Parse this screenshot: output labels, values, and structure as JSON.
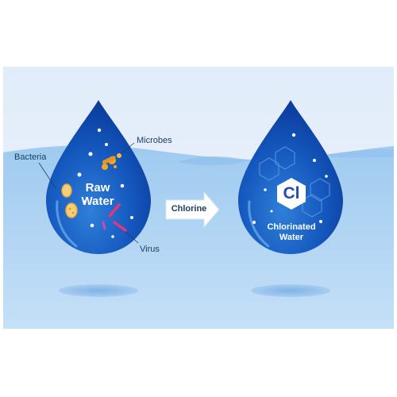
{
  "raw_drop": {
    "title_line1": "Raw",
    "title_line2": "Water",
    "labels": {
      "bacteria": "Bacteria",
      "microbes": "Microbes",
      "virus": "Virus"
    }
  },
  "process_arrow": {
    "label": "Chlorine"
  },
  "chlorinated_drop": {
    "symbol": "Cl",
    "caption_line1": "Chlorinated",
    "caption_line2": "Water"
  },
  "colors": {
    "background_top": "#e4eefb",
    "background_water": "#aad0f2",
    "drop_dark": "#0d3fa3",
    "drop_light": "#3a8ae0",
    "label_text": "#1d3f66",
    "bacteria": "#f2c46b",
    "microbes": "#f2a623",
    "virus": "#e8337a"
  },
  "icons": [
    "water-drop-icon",
    "bacteria-icon",
    "microbe-icon",
    "virus-icon",
    "arrow-right-icon",
    "hexagon-icon"
  ]
}
